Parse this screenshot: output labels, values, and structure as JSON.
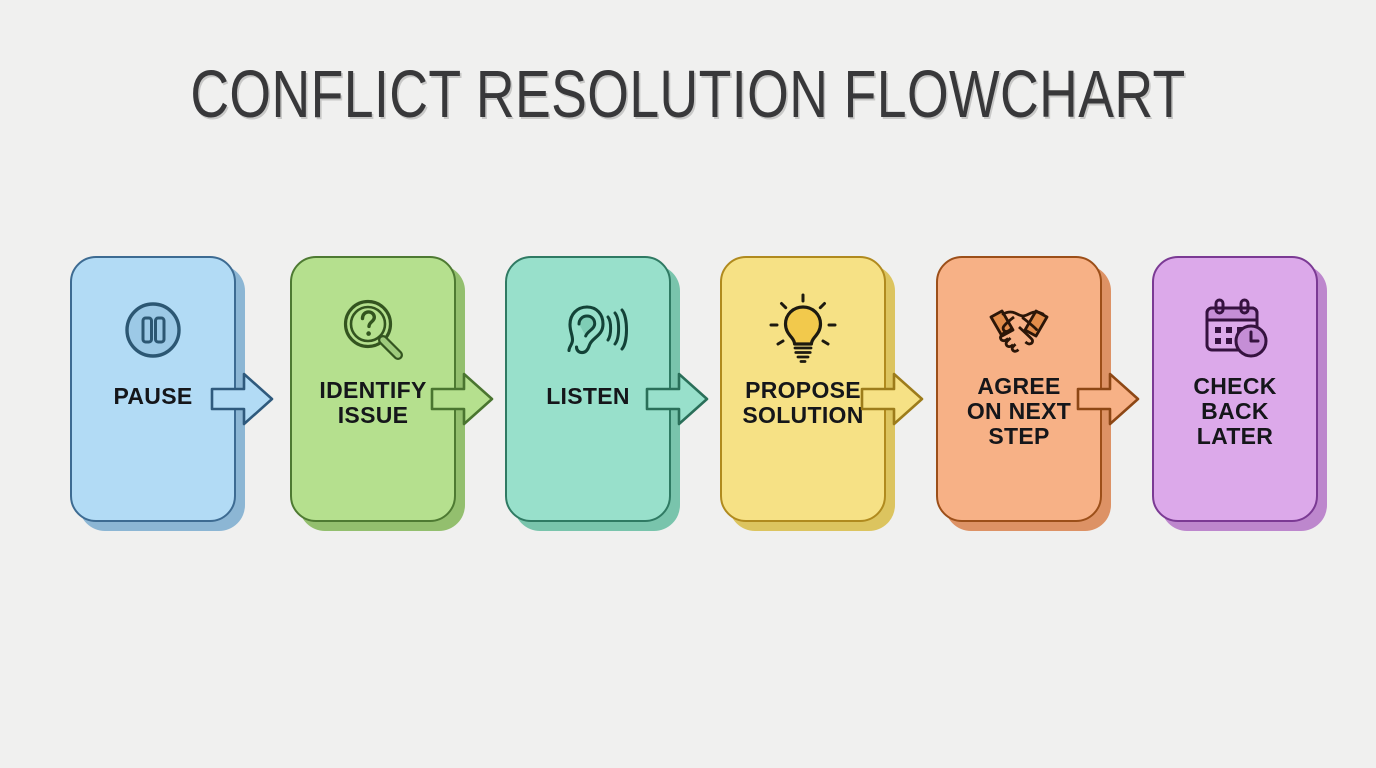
{
  "header": {
    "title": "CONFLICT RESOLUTION FLOWCHART"
  },
  "canvas": {
    "background_color": "#f0f0ef",
    "title_color": "#38383a"
  },
  "flow": {
    "orientation": "horizontal",
    "steps": [
      {
        "index": 1,
        "label": "PAUSE",
        "icon": "pause-circle-icon",
        "fill_color": "#b2dbf5",
        "border_color": "#3d6b92",
        "shadow_color": "#8cb6d4",
        "icon_color": "#2c5773",
        "icon_accent": "#9cc9e6",
        "has_outgoing_arrow": true,
        "arrow_fill": "#b2dbf5",
        "arrow_border": "#2f5a7d"
      },
      {
        "index": 2,
        "label": "IDENTIFY\nISSUE",
        "icon": "magnifier-question-icon",
        "fill_color": "#b5e08e",
        "border_color": "#4e7a32",
        "shadow_color": "#93bf6e",
        "icon_color": "#33541f",
        "icon_accent": "#9ecb7c",
        "has_outgoing_arrow": true,
        "arrow_fill": "#b5e08e",
        "arrow_border": "#4a7530"
      },
      {
        "index": 3,
        "label": "LISTEN",
        "icon": "ear-listening-icon",
        "fill_color": "#98e0cb",
        "border_color": "#2f7a63",
        "shadow_color": "#79c4ac",
        "icon_color": "#134237",
        "icon_accent": "#7fcdb5",
        "has_outgoing_arrow": true,
        "arrow_fill": "#98e0cb",
        "arrow_border": "#2a6f59"
      },
      {
        "index": 4,
        "label": "PROPOSE\nSOLUTION",
        "icon": "lightbulb-idea-icon",
        "fill_color": "#f6e185",
        "border_color": "#b08a1e",
        "shadow_color": "#dcc45f",
        "icon_color": "#1d1a10",
        "icon_accent": "#f2c94c",
        "has_outgoing_arrow": true,
        "arrow_fill": "#f6e185",
        "arrow_border": "#9d7c1b"
      },
      {
        "index": 5,
        "label": "AGREE\nON NEXT\nSTEP",
        "icon": "handshake-agreement-icon",
        "fill_color": "#f7b186",
        "border_color": "#9c4f19",
        "shadow_color": "#dd9265",
        "icon_color": "#2b1608",
        "icon_accent": "#e28c4a",
        "has_outgoing_arrow": true,
        "arrow_fill": "#f7b186",
        "arrow_border": "#8d4715"
      },
      {
        "index": 6,
        "label": "CHECK\nBACK\nLATER",
        "icon": "calendar-clock-icon",
        "fill_color": "#dca9ea",
        "border_color": "#7b3a94",
        "shadow_color": "#bd87cd",
        "icon_color": "#35123f",
        "icon_accent": "#c58ed6",
        "has_outgoing_arrow": false,
        "arrow_fill": "",
        "arrow_border": ""
      }
    ]
  }
}
